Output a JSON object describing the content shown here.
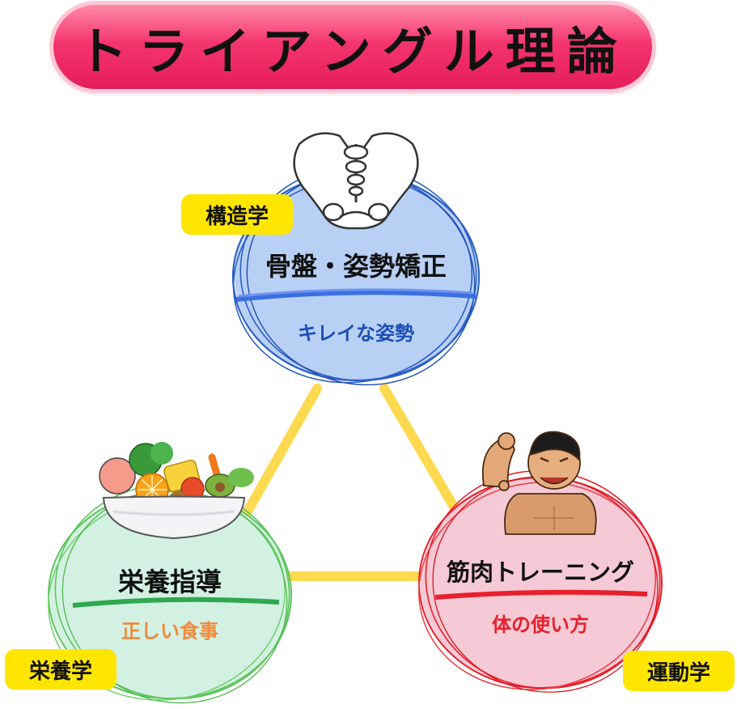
{
  "title": "トライアングル理論",
  "nodes": [
    {
      "id": "structure",
      "main": "骨盤・姿勢矯正",
      "sub": "キレイな姿勢",
      "tag": "構造学",
      "color": "#2b5fc7",
      "fill": "#b9d0f5",
      "sub_color": "#1b4fb5"
    },
    {
      "id": "nutrition",
      "main": "栄養指導",
      "sub": "正しい食事",
      "tag": "栄養学",
      "color": "#5cc45a",
      "fill": "#d3f1e2",
      "sub_color": "#f08a3c"
    },
    {
      "id": "exercise",
      "main": "筋肉トレーニング",
      "sub": "体の使い方",
      "tag": "運動学",
      "color": "#e8202b",
      "fill": "#f5c9d6",
      "sub_color": "#e8202b"
    }
  ],
  "colors": {
    "connector": "#fcd94f",
    "tag_bg": "#ffe600",
    "title_pink": "#f4356e"
  },
  "icons": [
    "pelvis-icon",
    "salad-bowl-icon",
    "muscle-man-icon"
  ]
}
